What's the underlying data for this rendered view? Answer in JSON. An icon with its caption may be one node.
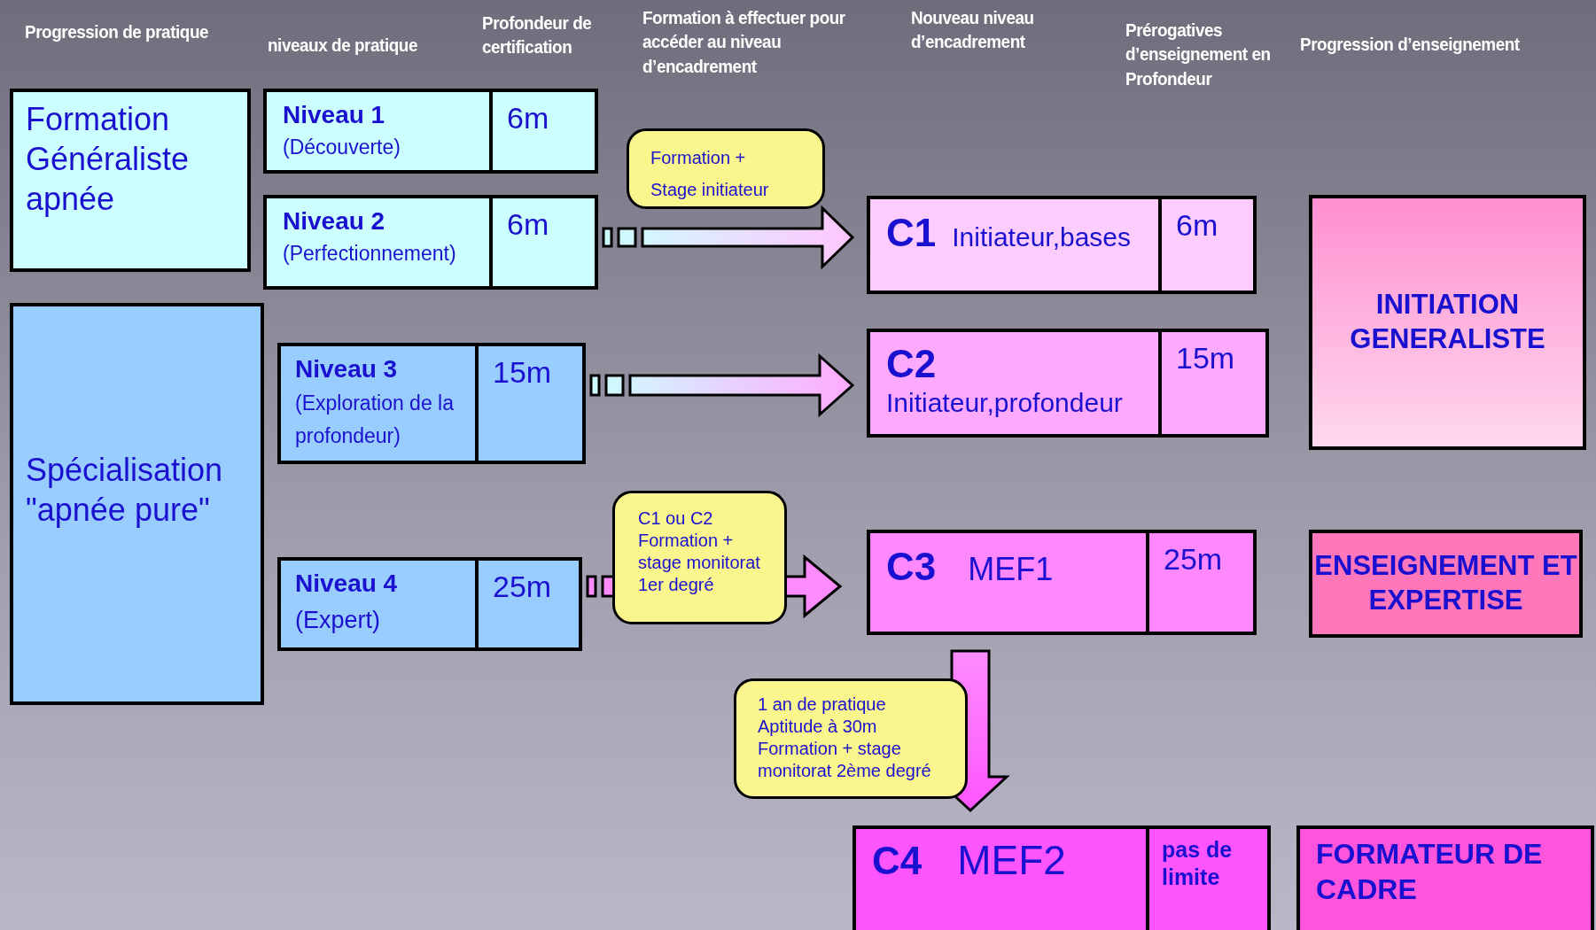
{
  "diagram": {
    "nodes": [
      {
        "text": [
          "Formation Généraliste apnée"
        ]
      },
      {
        "text": [
          "Niveau 1",
          "(Découverte)",
          "6m"
        ]
      },
      {
        "text": [
          "Niveau 2",
          "(Perfectionnement)",
          "6m"
        ]
      },
      {
        "text": [
          "Spécialisation \"apnée pure\""
        ]
      },
      {
        "text": [
          "Niveau 3",
          "(Exploration de la profondeur)",
          "15m"
        ]
      },
      {
        "text": [
          "Niveau 4",
          "(Expert)",
          "25m"
        ]
      },
      {
        "text": [
          "Formation +",
          "Stage initiateur"
        ]
      },
      {
        "text": [
          "C1",
          "Initiateur,bases",
          "6m"
        ]
      },
      {
        "text": [
          "C2",
          "Initiateur,profondeur",
          "15m"
        ]
      },
      {
        "text": [
          "C1 ou C2 Formation + stage monitorat 1er degré"
        ]
      },
      {
        "text": [
          "C3",
          "MEF1",
          "25m"
        ]
      },
      {
        "text": [
          "1 an de pratique Aptitude à 30m Formation + stage monitorat 2ème degré"
        ]
      },
      {
        "text": [
          "C4",
          "MEF2",
          "pas de limite"
        ]
      },
      {
        "text": [
          "INITIATION GENERALISTE"
        ]
      },
      {
        "text": [
          "ENSEIGNEMENT ET EXPERTISE"
        ]
      },
      {
        "text": [
          "FORMATEUR DE CADRE"
        ]
      }
    ],
    "edges": [
      {
        "from": 2,
        "to": 7,
        "arrow": "to"
      },
      {
        "from": 4,
        "to": 8,
        "arrow": "to"
      },
      {
        "from": 5,
        "to": 10,
        "arrow": "to"
      },
      {
        "from": 10,
        "to": 12,
        "arrow": "to"
      }
    ],
    "labels": [
      "Progression de pratique",
      "niveaux de pratique",
      "Profondeur de certification",
      "Formation à effectuer pour accéder au niveau d’encadrement",
      "Nouveau niveau d’encadrement",
      "Prérogatives d’enseignement en Profondeur",
      "Progression d’enseignement"
    ]
  }
}
